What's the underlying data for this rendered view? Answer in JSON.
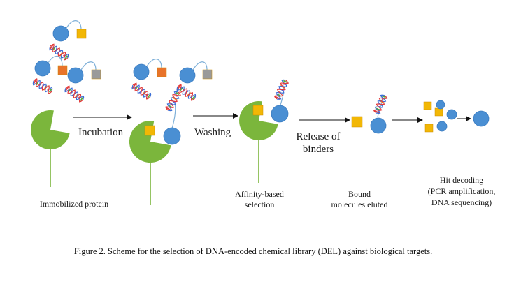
{
  "labels": {
    "incubation": "Incubation",
    "washing": "Washing",
    "release_line1": "Release of",
    "release_line2": "binders",
    "immobilized": "Immobilized protein",
    "affinity_line1": "Affinity-based",
    "affinity_line2": "selection",
    "bound_line1": "Bound",
    "bound_line2": "molecules eluted",
    "hit_line1": "Hit decoding",
    "hit_line2": "(PCR amplification,",
    "hit_line3": "DNA sequencing)"
  },
  "caption": "Figure 2. Scheme for the selection of DNA-encoded chemical library (DEL) against biological targets.",
  "colors": {
    "protein_green": "#7bb63c",
    "bead_blue": "#4a8fd3",
    "compound_yellow": "#f2b705",
    "compound_orange": "#e8732a",
    "compound_gray": "#9a9a9a",
    "dna_red": "#e23b3b",
    "dna_green": "#55a93b",
    "dna_blue": "#3b6fd6",
    "dna_purple": "#a56bd0",
    "dna_orange": "#f0902a",
    "linker": "#7fb0d8"
  }
}
